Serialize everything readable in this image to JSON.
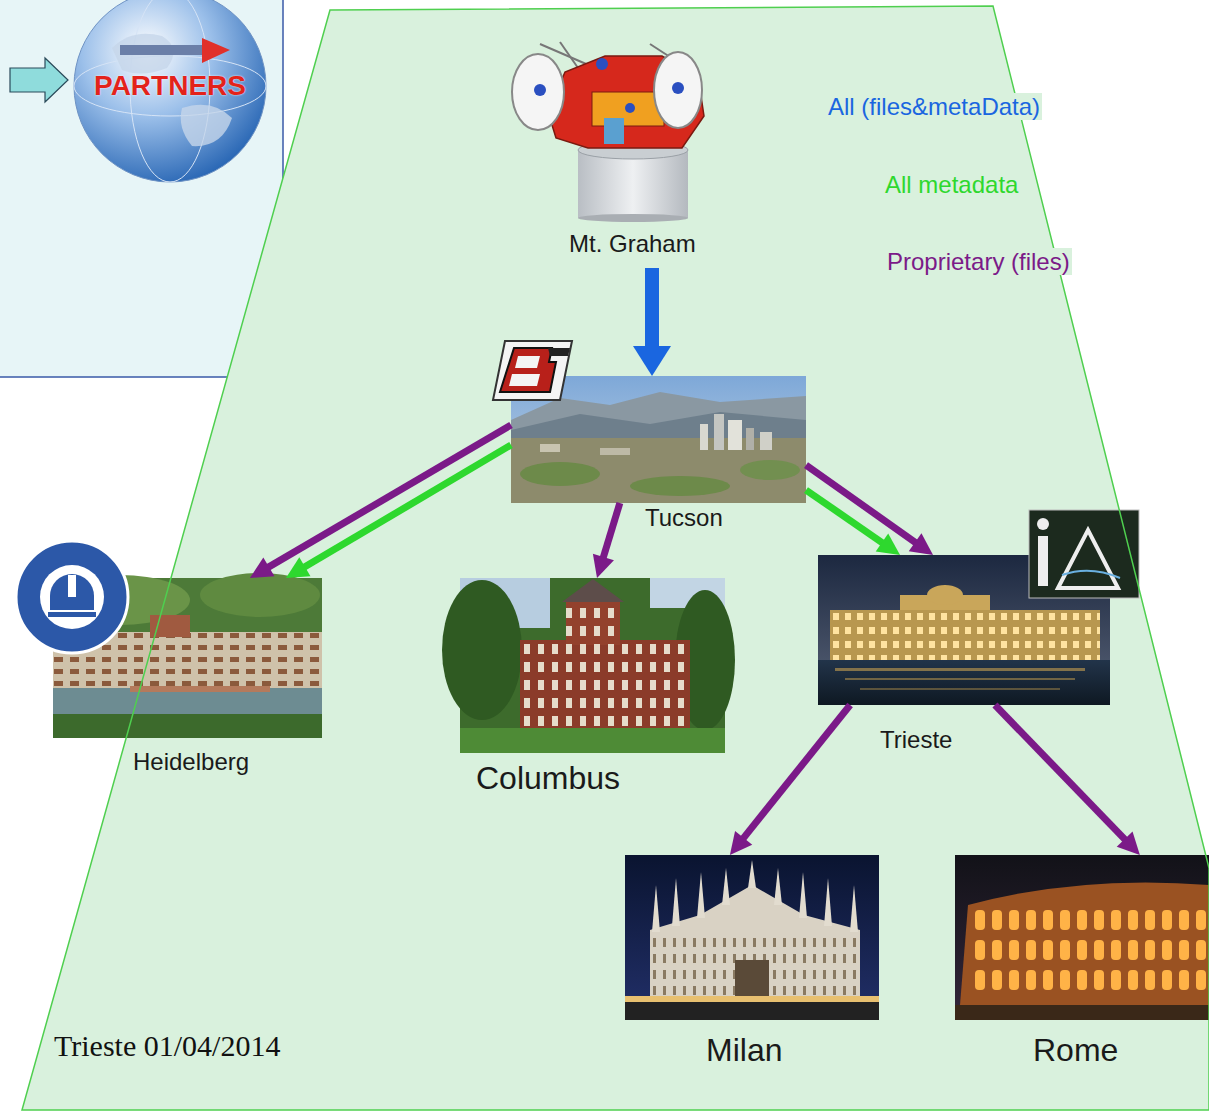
{
  "diagram": {
    "nodes": [
      {
        "text": [
          "PARTNERS"
        ]
      },
      {
        "text": [
          "Mt. Graham"
        ]
      },
      {
        "text": [
          "Tucson"
        ]
      },
      {
        "text": [
          "Heidelberg"
        ]
      },
      {
        "text": [
          "Columbus"
        ]
      },
      {
        "text": [
          "Trieste"
        ]
      },
      {
        "text": [
          "Milan"
        ]
      },
      {
        "text": [
          "Rome"
        ]
      }
    ],
    "edges": [
      {
        "from": 1,
        "to": 2,
        "arrow": "to"
      },
      {
        "from": 2,
        "to": 3,
        "arrow": "to"
      },
      {
        "from": 2,
        "to": 3,
        "arrow": "to"
      },
      {
        "from": 2,
        "to": 4,
        "arrow": "to"
      },
      {
        "from": 2,
        "to": 5,
        "arrow": "to"
      },
      {
        "from": 2,
        "to": 5,
        "arrow": "to"
      },
      {
        "from": 5,
        "to": 6,
        "arrow": "to"
      },
      {
        "from": 5,
        "to": 7,
        "arrow": "to"
      }
    ],
    "labels": [
      "Trieste 01/04/2014"
    ],
    "legend": [
      {
        "text": "All (files&metaData)",
        "color": "#1a66e0"
      },
      {
        "text": "All metadata",
        "color": "#2ed82e"
      },
      {
        "text": "Proprietary (files)",
        "color": "#7b1a88"
      }
    ]
  }
}
